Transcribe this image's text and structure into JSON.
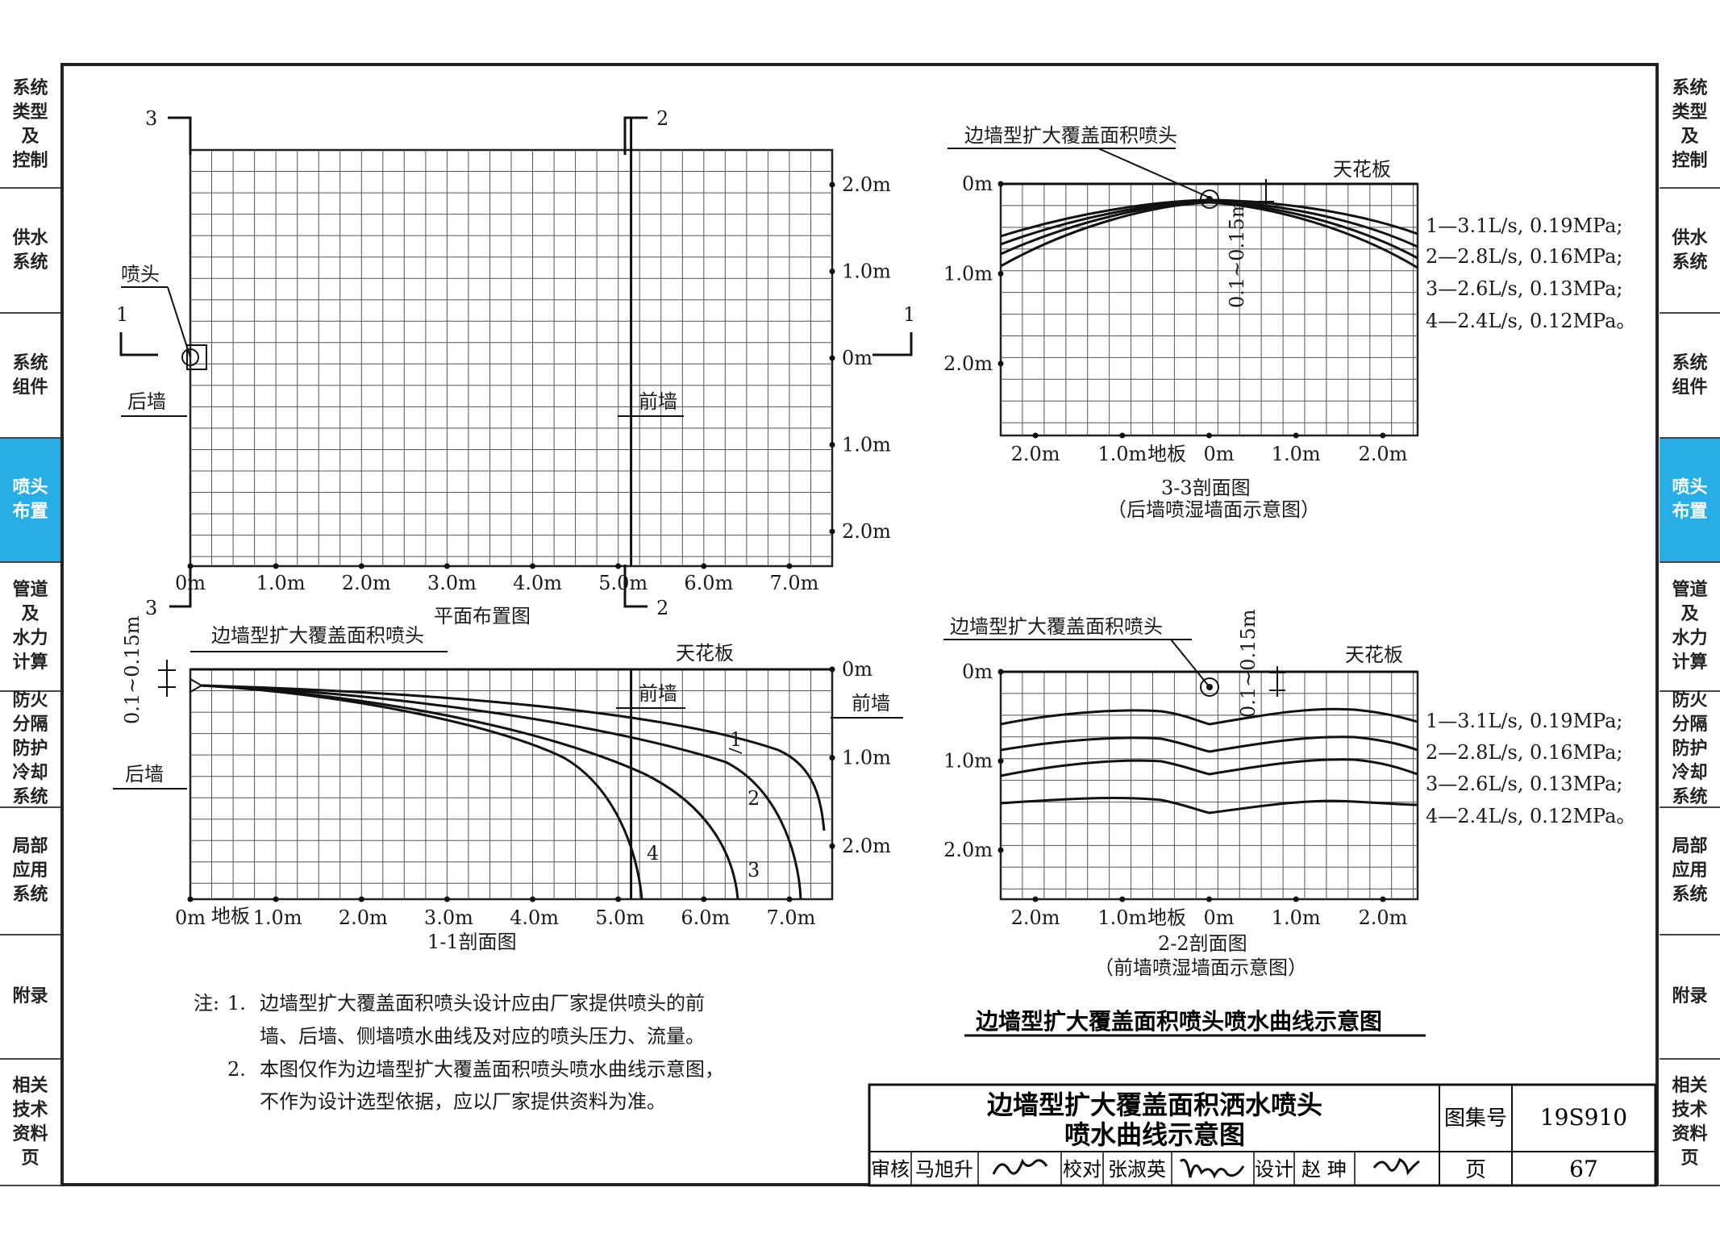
{
  "sidebar": {
    "items": [
      {
        "label": "系统\n类型\n及\n控制",
        "active": false
      },
      {
        "label": "供水\n系统",
        "active": false
      },
      {
        "label": "系统\n组件",
        "active": false
      },
      {
        "label": "喷头\n布置",
        "active": true
      },
      {
        "label": "管道\n及\n水力\n计算",
        "active": false
      },
      {
        "label": "防火\n分隔\n防护\n冷却\n系统",
        "active": false
      },
      {
        "label": "局部\n应用\n系统",
        "active": false
      },
      {
        "label": "附录",
        "active": false
      },
      {
        "label": "相关\n技术\n资料\n页",
        "active": false
      }
    ],
    "accent_color": "#27aee6"
  },
  "plan": {
    "title": "平面布置图",
    "x_ticks": [
      "0m",
      "1.0m",
      "2.0m",
      "3.0m",
      "4.0m",
      "5.0m",
      "6.0m",
      "7.0m"
    ],
    "y_ticks": [
      "2.0m",
      "1.0m",
      "0m",
      "1.0m",
      "2.0m"
    ],
    "nozzle_label": "喷头",
    "back_wall": "后墙",
    "front_wall": "前墙",
    "sec_3": "3",
    "sec_2": "2",
    "sec_1": "1"
  },
  "sec11": {
    "title": "1-1剖面图",
    "nozzle_callout": "边墙型扩大覆盖面积喷头",
    "ceiling": "天花板",
    "floor": "地板",
    "back_wall": "后墙",
    "front_wall_inside": "前墙",
    "front_wall_outside": "前墙",
    "dim": "0.1~0.15m",
    "x_ticks": [
      "0m",
      "1.0m",
      "2.0m",
      "3.0m",
      "4.0m",
      "5.0m",
      "6.0m",
      "7.0m"
    ],
    "y_ticks": [
      "0m",
      "1.0m",
      "2.0m"
    ],
    "curve_labels": [
      "1",
      "2",
      "3",
      "4"
    ]
  },
  "sec33": {
    "title": "3-3剖面图",
    "subtitle": "（后墙喷湿墙面示意图）",
    "nozzle_callout": "边墙型扩大覆盖面积喷头",
    "ceiling": "天花板",
    "floor": "地板",
    "dim": "0.1~0.15m",
    "x_ticks": [
      "2.0m",
      "1.0m",
      "0m",
      "1.0m",
      "2.0m"
    ],
    "y_ticks": [
      "0m",
      "1.0m",
      "2.0m"
    ],
    "legend": [
      "1—3.1L/s, 0.19MPa;",
      "2—2.8L/s, 0.16MPa;",
      "3—2.6L/s, 0.13MPa;",
      "4—2.4L/s, 0.12MPa。"
    ]
  },
  "sec22": {
    "title": "2-2剖面图",
    "subtitle": "（前墙喷湿墙面示意图）",
    "nozzle_callout": "边墙型扩大覆盖面积喷头",
    "ceiling": "天花板",
    "floor": "地板",
    "dim": "0.1~0.15m",
    "x_ticks": [
      "2.0m",
      "1.0m",
      "0m",
      "1.0m",
      "2.0m"
    ],
    "y_ticks": [
      "0m",
      "1.0m",
      "2.0m"
    ],
    "legend": [
      "1—3.1L/s, 0.19MPa;",
      "2—2.8L/s, 0.16MPa;",
      "3—2.6L/s, 0.13MPa;",
      "4—2.4L/s, 0.12MPa。"
    ]
  },
  "figure_caption": "边墙型扩大覆盖面积喷头喷水曲线示意图",
  "notes": {
    "prefix": "注:",
    "n1_num": "1.",
    "n1_l1": "边墙型扩大覆盖面积喷头设计应由厂家提供喷头的前",
    "n1_l2": "墙、后墙、侧墙喷水曲线及对应的喷头压力、流量。",
    "n2_num": "2.",
    "n2_l1": "本图仅作为边墙型扩大覆盖面积喷头喷水曲线示意图，",
    "n2_l2": "不作为设计选型依据，应以厂家提供资料为准。"
  },
  "title_block": {
    "title_l1": "边墙型扩大覆盖面积洒水喷头",
    "title_l2": "喷水曲线示意图",
    "atlas_label": "图集号",
    "atlas_no": "19S910",
    "page_label": "页",
    "page_no": "67",
    "review_label": "审核",
    "reviewer": "马旭升",
    "check_label": "校对",
    "checker": "张淑英",
    "design_label": "设计",
    "designer": "赵 珅"
  }
}
